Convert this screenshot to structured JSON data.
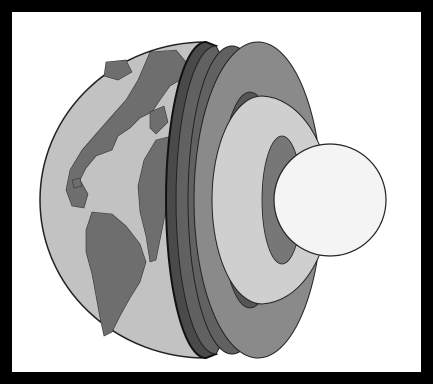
{
  "diagram": {
    "subject": "earth-cutaway",
    "layers": [
      {
        "id": "crust-surface",
        "color": "#bdbdbd"
      },
      {
        "id": "continents",
        "color": "#6e6e6e"
      },
      {
        "id": "crust",
        "color": "#616161"
      },
      {
        "id": "mantle",
        "color": "#8a8a8a"
      },
      {
        "id": "outer-core",
        "color": "#cfcfcf"
      },
      {
        "id": "inner-core",
        "color": "#f4f4f4"
      }
    ],
    "colors": {
      "frame": "#000000",
      "background": "#ffffff",
      "outline": "#1a1a1a"
    }
  }
}
